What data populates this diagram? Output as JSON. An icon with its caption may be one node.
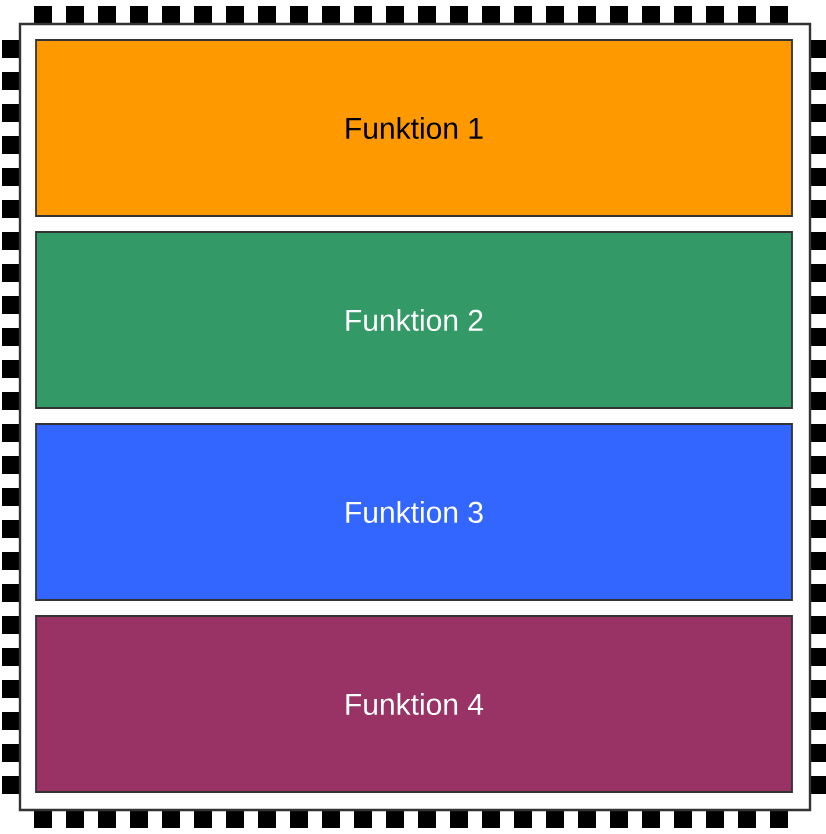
{
  "diagram": {
    "nodes": [
      {
        "text": [],
        "shape": "box"
      },
      {
        "text": [
          "Funktion 1"
        ],
        "in": 0
      },
      {
        "text": [
          "Funktion 2"
        ],
        "in": 0
      },
      {
        "text": [
          "Funktion 3"
        ],
        "in": 0
      },
      {
        "text": [
          "Funktion 4"
        ],
        "in": 0
      }
    ]
  }
}
